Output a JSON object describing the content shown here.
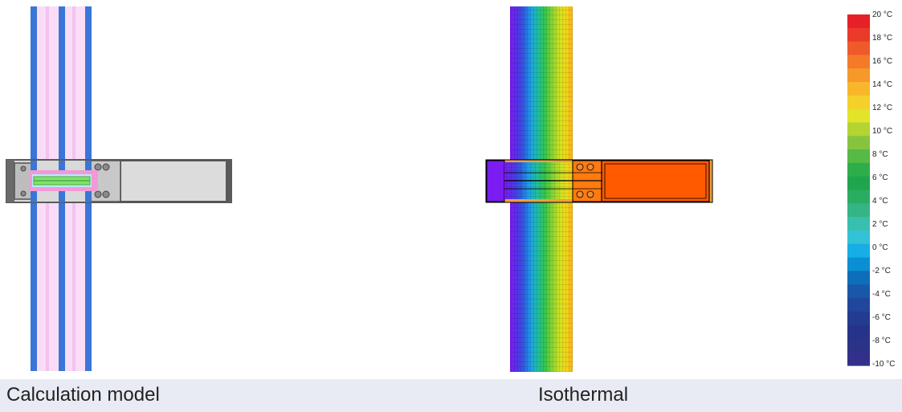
{
  "captions": {
    "left": "Calculation model",
    "right": "Isothermal"
  },
  "scale": {
    "unit": "°C",
    "labels": [
      "20 °C",
      "18 °C",
      "16 °C",
      "14 °C",
      "12 °C",
      "10 °C",
      "8 °C",
      "6 °C",
      "4 °C",
      "2 °C",
      "0 °C",
      "-2 °C",
      "-4 °C",
      "-6 °C",
      "-8 °C",
      "-10 °C"
    ],
    "bands": [
      "#e52127",
      "#ea3b2a",
      "#ef5a2a",
      "#f47a2a",
      "#f6982a",
      "#f8b72a",
      "#f4d02a",
      "#e3e32a",
      "#b4d434",
      "#86c440",
      "#57b946",
      "#2eae4a",
      "#1fa54e",
      "#2aad63",
      "#35b586",
      "#38bfae",
      "#33c2d6",
      "#16aee5",
      "#0a8fd4",
      "#0d6fba",
      "#1958a8",
      "#20479c",
      "#243b92",
      "#25348a",
      "#2a3386",
      "#32308a"
    ]
  },
  "colors": {
    "glass_edge": "#3a75d8",
    "glass_fill": "#fadcf6",
    "frame_gray": "#5a5a5a",
    "panel_fill": "#d9d9d9",
    "insulation": "#f29ad6",
    "spacer_green": "#7fe36b",
    "panel_orange": "#ff5a00",
    "cold_violet": "#7b1cf2"
  }
}
